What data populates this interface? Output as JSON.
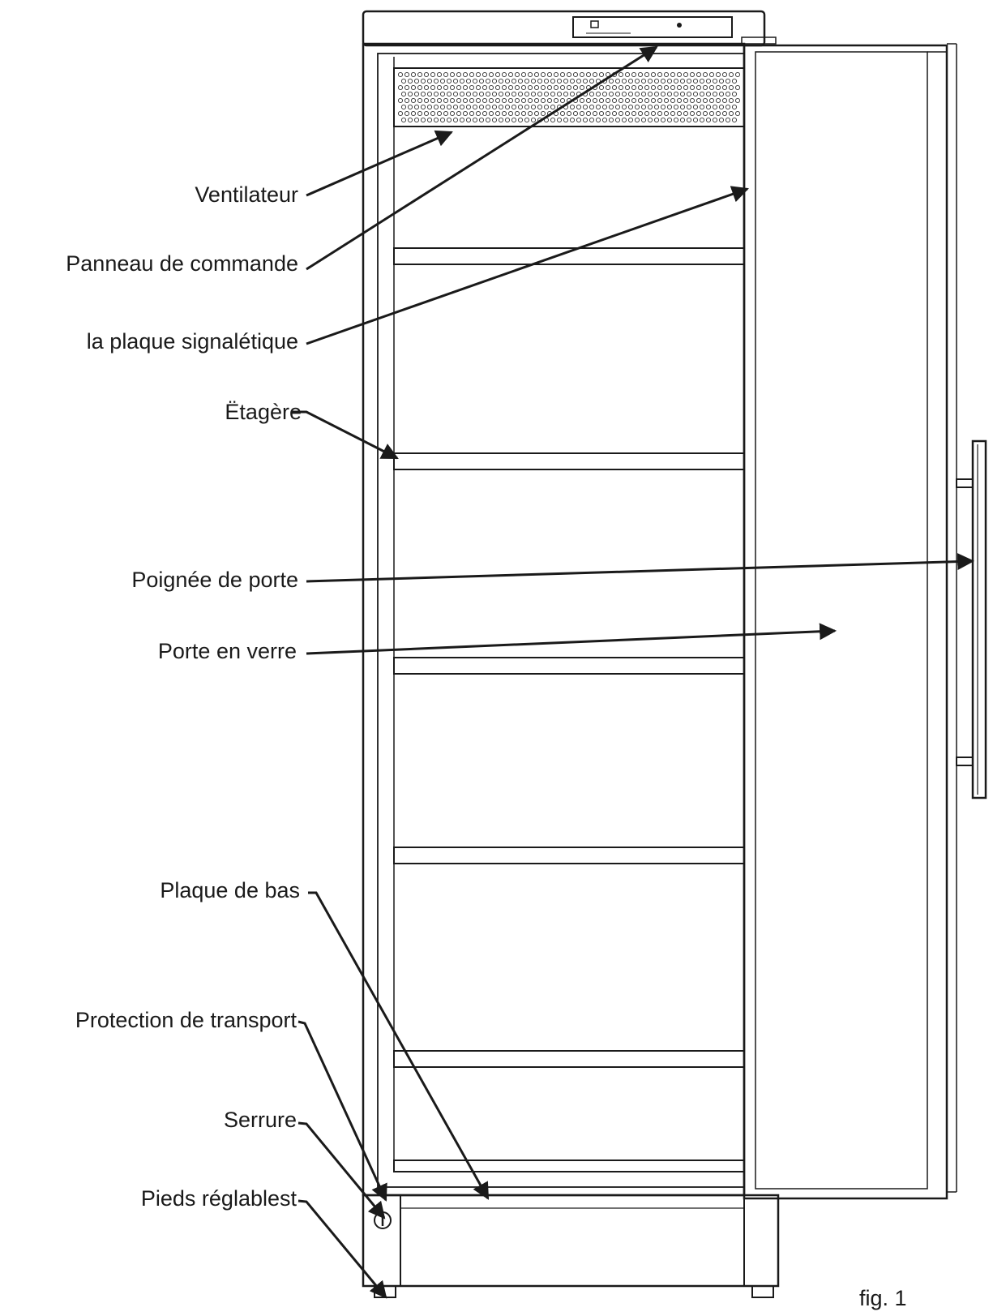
{
  "figure": {
    "caption": "fig. 1"
  },
  "callouts": [
    {
      "id": "fan",
      "label": "Ventilateur"
    },
    {
      "id": "control-panel",
      "label": "Panneau de commande"
    },
    {
      "id": "rating-plate",
      "label": "la plaque signalétique"
    },
    {
      "id": "shelf",
      "label": "Ëtagère"
    },
    {
      "id": "door-handle",
      "label": "Poignée de porte"
    },
    {
      "id": "glass-door",
      "label": "Porte en verre"
    },
    {
      "id": "bottom-plate",
      "label": "Plaque de bas"
    },
    {
      "id": "transport-protection",
      "label": "Protection de transport"
    },
    {
      "id": "lock",
      "label": "Serrure"
    },
    {
      "id": "adjustable-feet",
      "label": "Pieds réglablest"
    }
  ]
}
